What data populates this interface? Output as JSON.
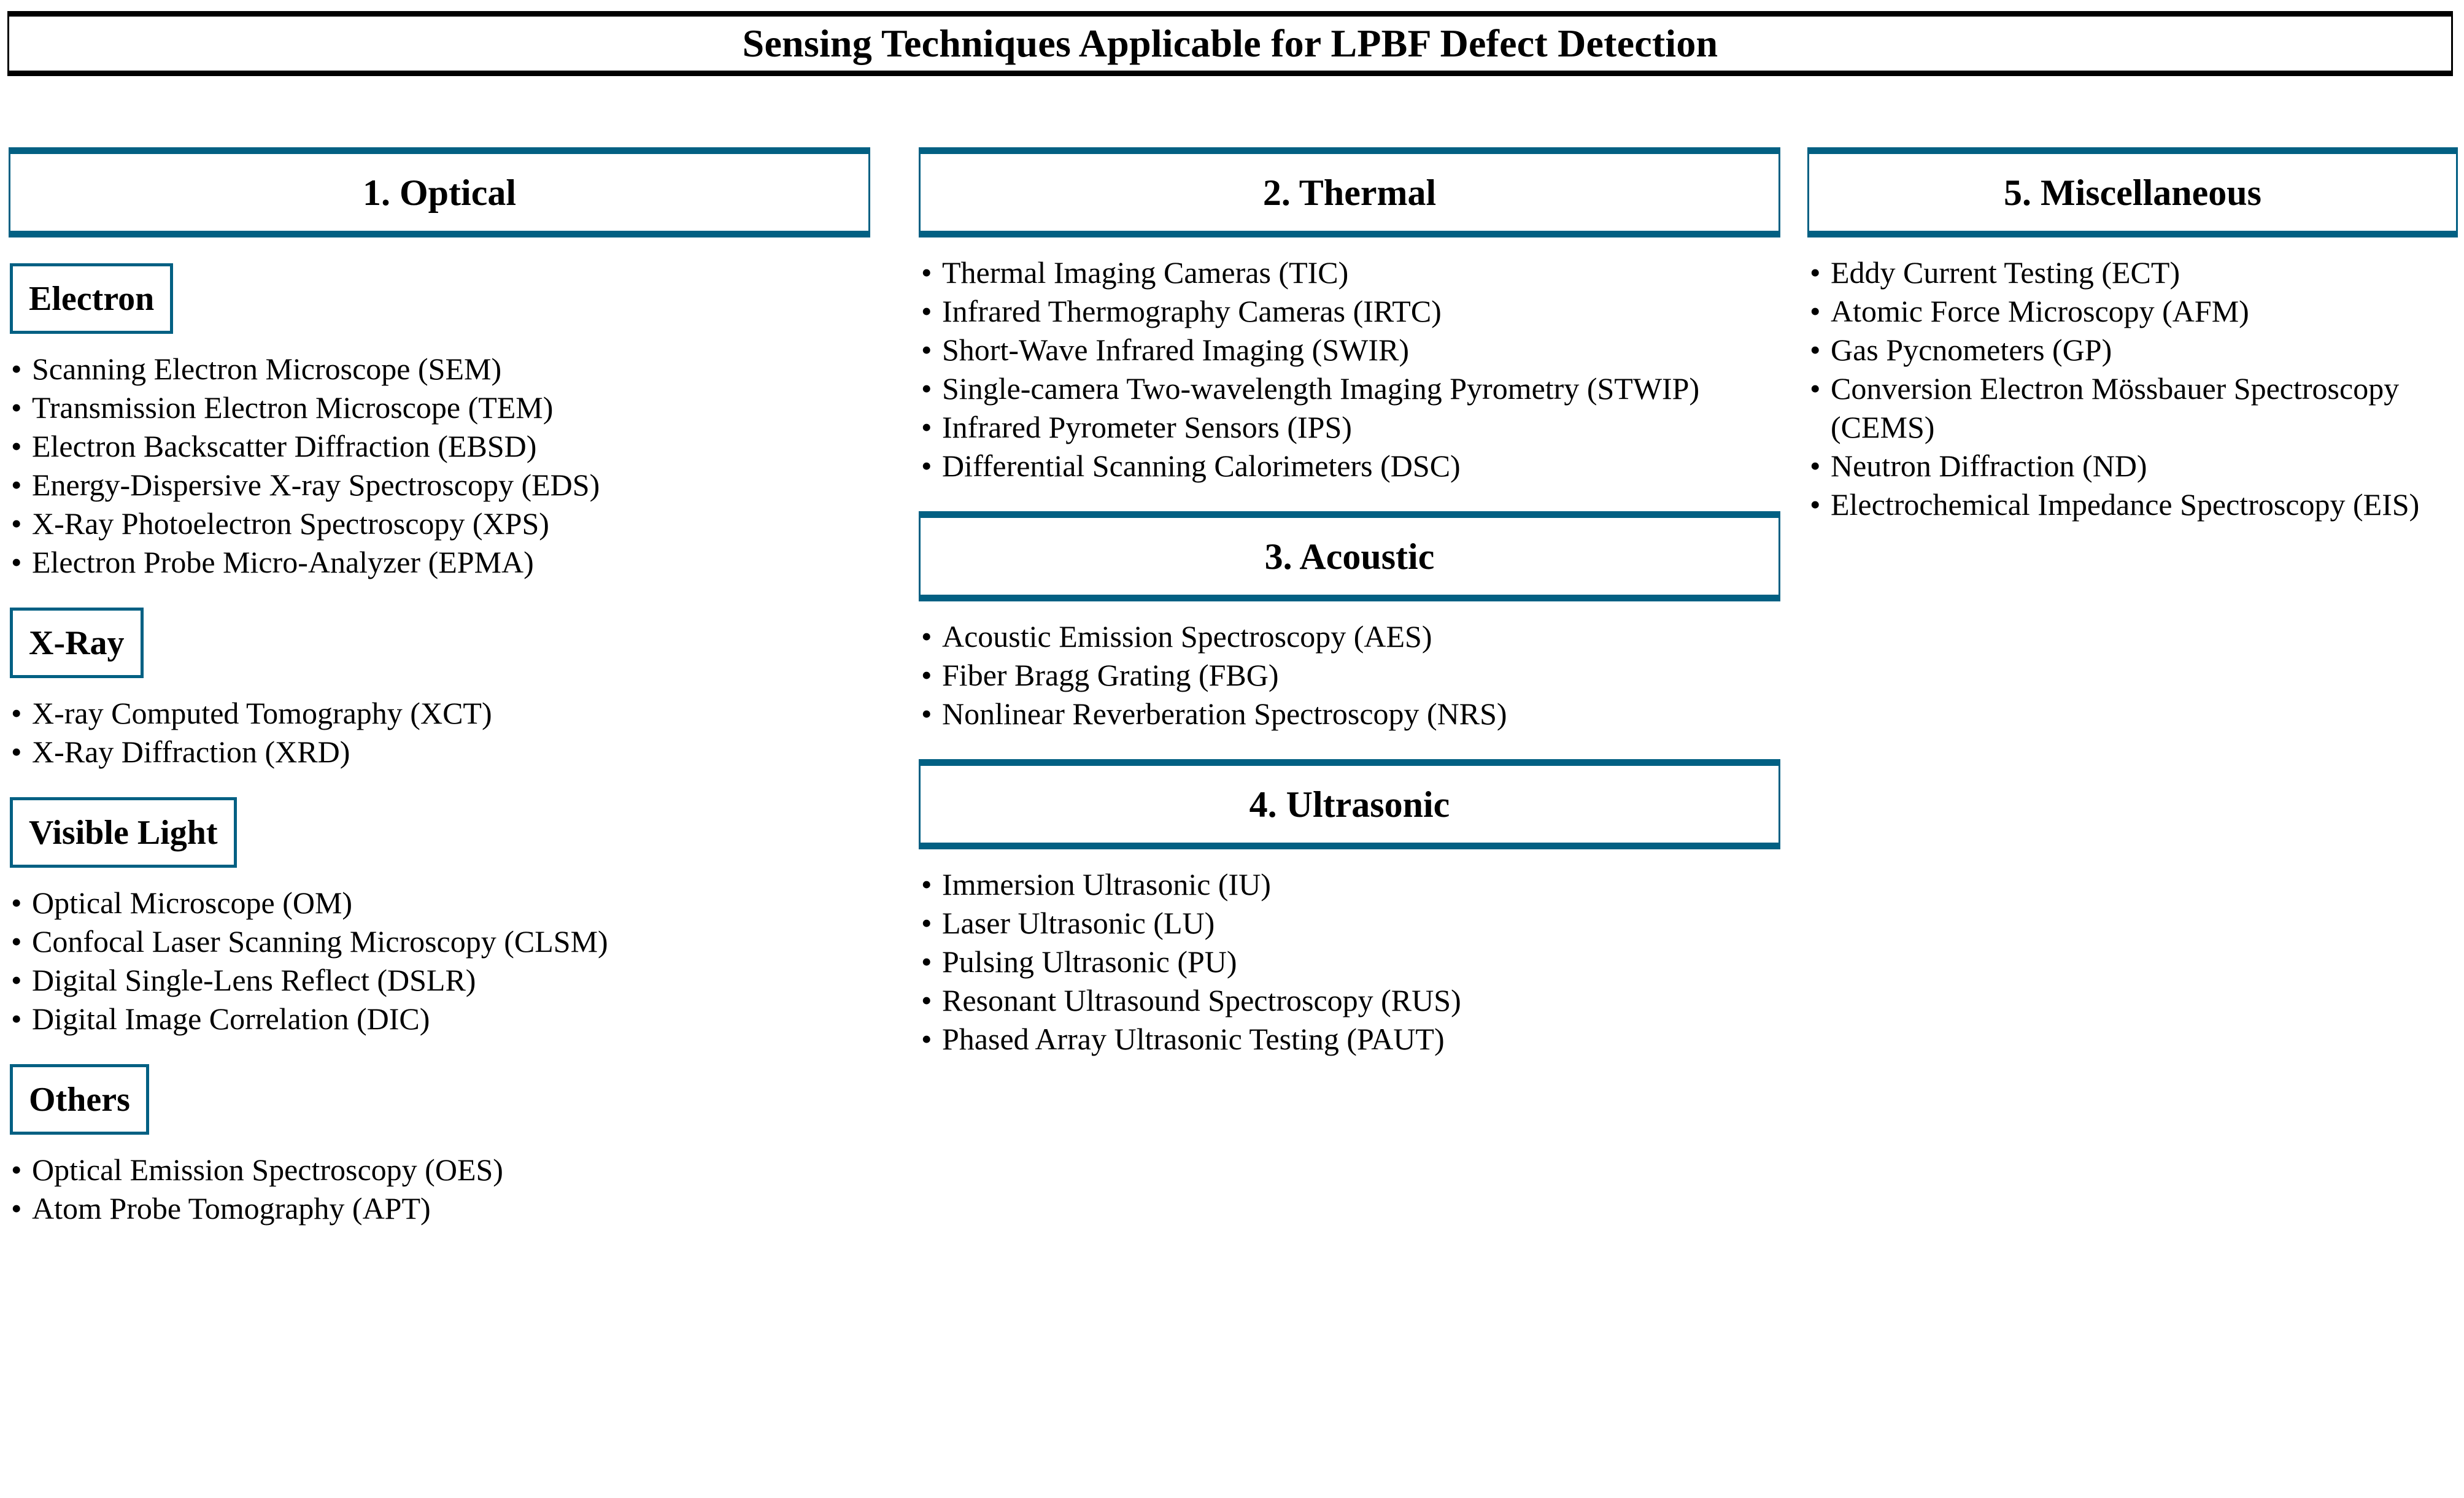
{
  "title": "Sensing Techniques Applicable for LPBF Defect Detection",
  "colors": {
    "accent_border": "#026083",
    "title_border": "#000000",
    "text": "#000000",
    "background": "#ffffff"
  },
  "columns": [
    {
      "id": "optical",
      "header": "1. Optical",
      "subgroups": [
        {
          "label": "Electron",
          "items": [
            "Scanning Electron Microscope (SEM)",
            "Transmission Electron Microscope (TEM)",
            "Electron Backscatter Diffraction (EBSD)",
            "Energy-Dispersive X-ray Spectroscopy (EDS)",
            "X-Ray Photoelectron Spectroscopy (XPS)",
            "Electron Probe Micro-Analyzer (EPMA)"
          ]
        },
        {
          "label": "X-Ray",
          "items": [
            "X-ray Computed Tomography (XCT)",
            "X-Ray Diffraction (XRD)"
          ]
        },
        {
          "label": "Visible Light",
          "items": [
            "Optical Microscope (OM)",
            "Confocal Laser Scanning Microscopy (CLSM)",
            "Digital Single-Lens Reflect (DSLR)",
            "Digital Image Correlation (DIC)"
          ]
        },
        {
          "label": "Others",
          "items": [
            "Optical Emission Spectroscopy (OES)",
            "Atom Probe Tomography (APT)"
          ]
        }
      ]
    },
    {
      "id": "thermal-acoustic-ultrasonic",
      "sections": [
        {
          "header": "2. Thermal",
          "items": [
            "Thermal Imaging Cameras (TIC)",
            "Infrared Thermography Cameras (IRTC)",
            "Short-Wave Infrared Imaging (SWIR)",
            "Single-camera Two-wavelength Imaging Pyrometry (STWIP)",
            "Infrared Pyrometer Sensors (IPS)",
            "Differential Scanning Calorimeters (DSC)"
          ]
        },
        {
          "header": "3. Acoustic",
          "items": [
            "Acoustic Emission Spectroscopy (AES)",
            "Fiber Bragg Grating (FBG)",
            "Nonlinear Reverberation Spectroscopy (NRS)"
          ]
        },
        {
          "header": "4. Ultrasonic",
          "items": [
            "Immersion Ultrasonic (IU)",
            "Laser Ultrasonic (LU)",
            "Pulsing Ultrasonic (PU)",
            "Resonant Ultrasound Spectroscopy (RUS)",
            "Phased Array Ultrasonic Testing (PAUT)"
          ]
        }
      ]
    },
    {
      "id": "miscellaneous",
      "header": "5. Miscellaneous",
      "items": [
        "Eddy Current Testing (ECT)",
        "Atomic Force Microscopy (AFM)",
        "Gas Pycnometers (GP)",
        "Conversion Electron Mössbauer Spectroscopy (CEMS)",
        "Neutron Diffraction (ND)",
        "Electrochemical Impedance Spectroscopy (EIS)"
      ]
    }
  ],
  "bullet_glyph": "•"
}
